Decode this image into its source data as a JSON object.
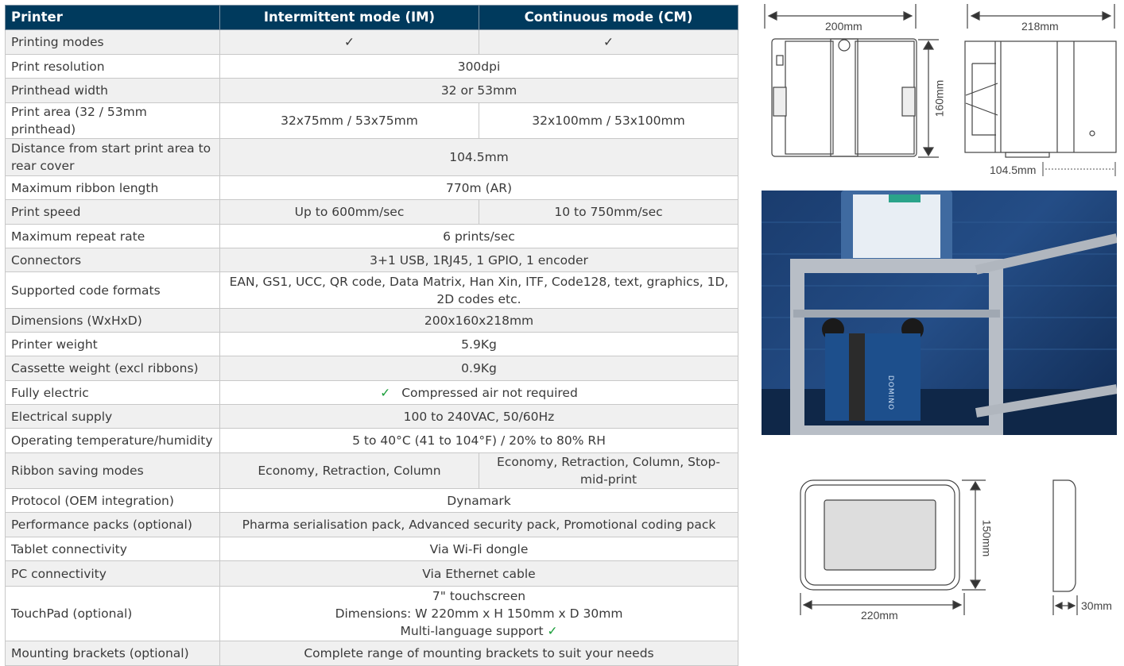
{
  "table": {
    "headers": [
      "Printer",
      "Intermittent mode (IM)",
      "Continuous mode (CM)"
    ],
    "rows": [
      {
        "label": "Printing modes",
        "im": "✓",
        "cm": "✓",
        "check": true
      },
      {
        "label": "Print resolution",
        "value": "300dpi"
      },
      {
        "label": "Printhead width",
        "value": "32 or 53mm"
      },
      {
        "label": "Print area (32 / 53mm printhead)",
        "im": "32x75mm / 53x75mm",
        "cm": "32x100mm / 53x100mm"
      },
      {
        "label": "Distance from start print area to rear cover",
        "value": "104.5mm"
      },
      {
        "label": "Maximum ribbon length",
        "value": "770m (AR)"
      },
      {
        "label": "Print speed",
        "im": "Up to 600mm/sec",
        "cm": "10 to 750mm/sec"
      },
      {
        "label": "Maximum repeat rate",
        "value": "6 prints/sec"
      },
      {
        "label": "Connectors",
        "value": "3+1 USB, 1RJ45, 1 GPIO, 1 encoder"
      },
      {
        "label": "Supported code formats",
        "value": "EAN, GS1, UCC, QR code, Data Matrix, Han Xin, ITF, Code128, text, graphics, 1D, 2D codes etc."
      },
      {
        "label": "Dimensions (WxHxD)",
        "value": "200x160x218mm"
      },
      {
        "label": "Printer weight",
        "value": "5.9Kg"
      },
      {
        "label": "Cassette weight (excl ribbons)",
        "value": "0.9Kg"
      },
      {
        "label": "Fully electric",
        "value": "Compressed air not required",
        "prefix_check": "✓"
      },
      {
        "label": "Electrical supply",
        "value": "100 to 240VAC, 50/60Hz"
      },
      {
        "label": "Operating temperature/humidity",
        "value": "5 to 40°C (41 to 104°F) / 20% to 80% RH"
      },
      {
        "label": "Ribbon saving modes",
        "im": "Economy, Retraction, Column",
        "cm": "Economy, Retraction, Column, Stop-mid-print"
      },
      {
        "label": "Protocol (OEM integration)",
        "value": "Dynamark"
      },
      {
        "label": "Performance packs (optional)",
        "value": "Pharma serialisation pack, Advanced security pack, Promotional coding pack"
      },
      {
        "label": "Tablet connectivity",
        "value": "Via Wi-Fi dongle"
      },
      {
        "label": "PC connectivity",
        "value": "Via Ethernet cable"
      },
      {
        "label": "TouchPad (optional)",
        "lines": [
          "7\" touchscreen",
          "Dimensions: W 220mm x H 150mm x D 30mm",
          "Multi-language support"
        ],
        "suffix_check": "✓"
      },
      {
        "label": "Mounting brackets (optional)",
        "value": "Complete range of mounting brackets to suit your needs"
      }
    ]
  },
  "drawings": {
    "front_width": "200mm",
    "front_height": "160mm",
    "side_depth": "218mm",
    "side_offset": "104.5mm",
    "tablet_width": "220mm",
    "tablet_height": "150mm",
    "tablet_depth": "30mm"
  },
  "photo": {
    "brand_text": "DOMINO"
  },
  "colors": {
    "header": "#003a5d",
    "check": "#1a9e3a",
    "stripe": "#f0f0f0"
  }
}
